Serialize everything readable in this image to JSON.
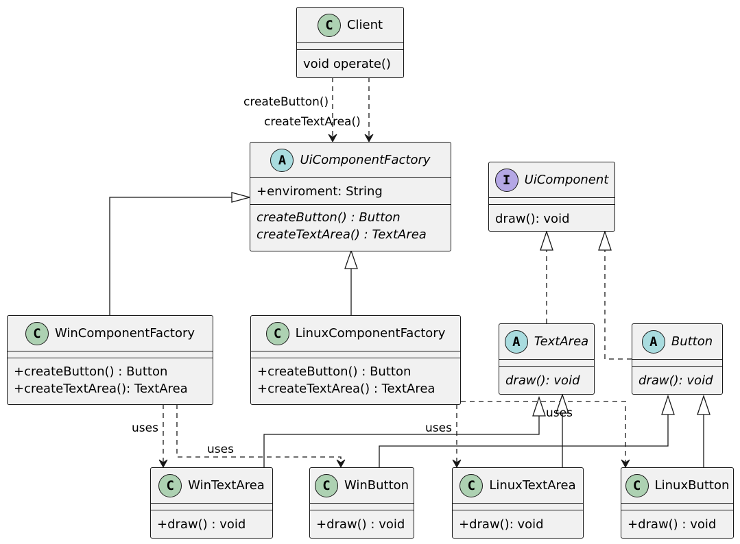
{
  "diagram": {
    "classes": {
      "client": {
        "stereotype_letter": "C",
        "stereotype_color": "#add1b2",
        "name": "Client",
        "fields": [],
        "methods": [
          "void operate()"
        ]
      },
      "factory": {
        "stereotype_letter": "A",
        "stereotype_color": "#a9dcdf",
        "name": "UiComponentFactory",
        "fields": [
          "+enviroment: String"
        ],
        "methods": [
          "createButton() : Button",
          "createTextArea() : TextArea"
        ]
      },
      "uicomponent": {
        "stereotype_letter": "I",
        "stereotype_color": "#b4a7e5",
        "name": "UiComponent",
        "fields": [],
        "methods": [
          "draw(): void"
        ]
      },
      "winfactory": {
        "stereotype_letter": "C",
        "stereotype_color": "#add1b2",
        "name": "WinComponentFactory",
        "fields": [],
        "methods": [
          "+createButton() : Button",
          "+createTextArea(): TextArea"
        ]
      },
      "linuxfactory": {
        "stereotype_letter": "C",
        "stereotype_color": "#add1b2",
        "name": "LinuxComponentFactory",
        "fields": [],
        "methods": [
          "+createButton() : Button",
          "+createTextArea() : TextArea"
        ]
      },
      "textarea": {
        "stereotype_letter": "A",
        "stereotype_color": "#a9dcdf",
        "name": "TextArea",
        "fields": [],
        "methods": [
          "draw(): void"
        ]
      },
      "button": {
        "stereotype_letter": "A",
        "stereotype_color": "#a9dcdf",
        "name": "Button",
        "fields": [],
        "methods": [
          "draw(): void"
        ]
      },
      "wintextarea": {
        "stereotype_letter": "C",
        "stereotype_color": "#add1b2",
        "name": "WinTextArea",
        "fields": [],
        "methods": [
          "+draw() : void"
        ]
      },
      "winbutton": {
        "stereotype_letter": "C",
        "stereotype_color": "#add1b2",
        "name": "WinButton",
        "fields": [],
        "methods": [
          "+draw() : void"
        ]
      },
      "linuxtextarea": {
        "stereotype_letter": "C",
        "stereotype_color": "#add1b2",
        "name": "LinuxTextArea",
        "fields": [],
        "methods": [
          "+draw(): void"
        ]
      },
      "linuxbutton": {
        "stereotype_letter": "C",
        "stereotype_color": "#add1b2",
        "name": "LinuxButton",
        "fields": [],
        "methods": [
          "+draw() : void"
        ]
      }
    },
    "edge_labels": {
      "client_create_button": "createButton()",
      "client_create_textarea": "createTextArea()",
      "win_uses_textarea": "uses",
      "win_uses_button": "uses",
      "linux_uses_textarea": "uses",
      "linux_uses_button": "uses"
    }
  }
}
